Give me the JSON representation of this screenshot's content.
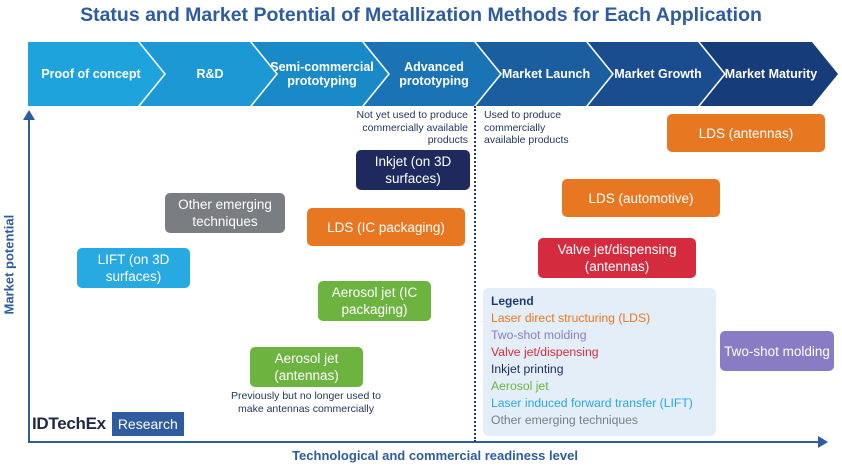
{
  "title": "Status and Market Potential of Metallization Methods for Each Application",
  "stages": [
    {
      "label": "Proof of concept",
      "color": "#1fa3dc"
    },
    {
      "label": "R&D",
      "color": "#1c98d4"
    },
    {
      "label": "Semi-commercial prototyping",
      "color": "#1a89c8"
    },
    {
      "label": "Advanced prototyping",
      "color": "#1a73b5"
    },
    {
      "label": "Market Launch",
      "color": "#1b5e9f"
    },
    {
      "label": "Market Growth",
      "color": "#1a4d8f"
    },
    {
      "label": "Market Maturity",
      "color": "#173c7a"
    }
  ],
  "axes": {
    "y_label": "Market potential",
    "x_label": "Technological and commercial readiness level"
  },
  "notes": {
    "not_yet": "Not yet used to produce commercially available products",
    "used": "Used to produce commercially available products",
    "previously": "Previously but no longer used to make antennas commercially"
  },
  "items": [
    {
      "label": "LDS (antennas)",
      "color": "#e87722"
    },
    {
      "label": "Inkjet (on 3D surfaces)",
      "color": "#1e2a5e"
    },
    {
      "label": "Other emerging techniques",
      "color": "#7a7d82"
    },
    {
      "label": "LDS (IC packaging)",
      "color": "#e87722"
    },
    {
      "label": "LDS (automotive)",
      "color": "#e87722"
    },
    {
      "label": "Valve jet/dispensing (antennas)",
      "color": "#d52b3f"
    },
    {
      "label": "LIFT (on 3D surfaces)",
      "color": "#27a9e1"
    },
    {
      "label": "Aerosol jet (IC packaging)",
      "color": "#6db33f"
    },
    {
      "label": "Aerosol jet (antennas)",
      "color": "#6db33f"
    },
    {
      "label": "Two-shot molding",
      "color": "#8a7cc4"
    }
  ],
  "legend": {
    "title": "Legend",
    "items": [
      {
        "label": "Laser direct structuring (LDS)",
        "color": "#e87722"
      },
      {
        "label": "Two-shot molding",
        "color": "#8a7cc4"
      },
      {
        "label": "Valve jet/dispensing",
        "color": "#d52b3f"
      },
      {
        "label": "Inkjet printing",
        "color": "#1e2a5e"
      },
      {
        "label": "Aerosol jet",
        "color": "#6db33f"
      },
      {
        "label": "Laser induced forward transfer (LIFT)",
        "color": "#27a9e1"
      },
      {
        "label": "Other emerging techniques",
        "color": "#7a7d82"
      }
    ]
  },
  "logo": {
    "name": "IDTechEx",
    "tag": "Research"
  }
}
